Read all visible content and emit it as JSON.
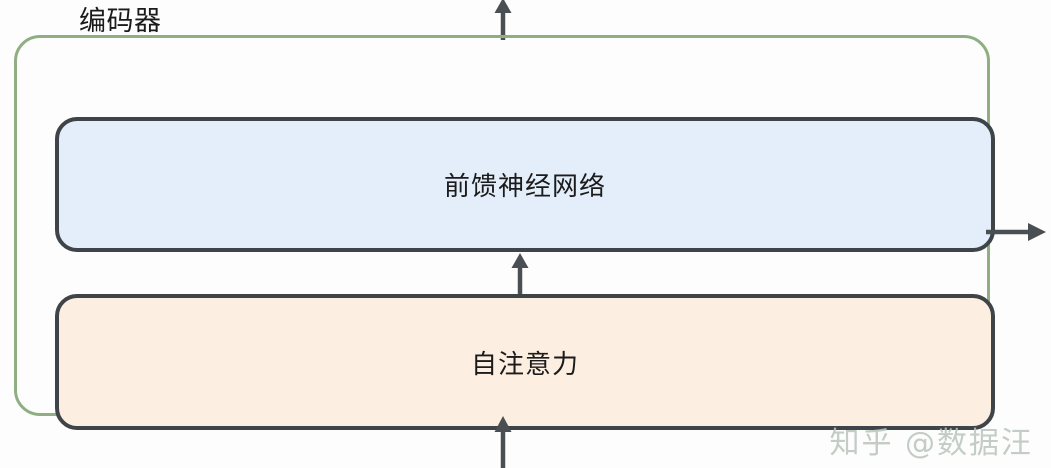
{
  "diagram": {
    "title": "编码器",
    "container": {
      "name": "encoder-block",
      "border_color": "#8fae82"
    },
    "layers": [
      {
        "id": "feed-forward",
        "label": "前馈神经网络",
        "fill_color": "#e4eefa",
        "border_color": "#3f4448"
      },
      {
        "id": "self-attention",
        "label": "自注意力",
        "fill_color": "#fceee0",
        "border_color": "#3f4448"
      }
    ],
    "arrows": [
      {
        "id": "output-up",
        "direction": "up",
        "label": ""
      },
      {
        "id": "between-layers-up",
        "direction": "up",
        "label": ""
      },
      {
        "id": "input-up",
        "direction": "up",
        "label": ""
      },
      {
        "id": "side-out",
        "direction": "right",
        "label": ""
      }
    ],
    "arrow_color": "#4a4f54"
  },
  "watermark": {
    "text": "知乎 @数据汪",
    "color": "#b9c4bc"
  }
}
